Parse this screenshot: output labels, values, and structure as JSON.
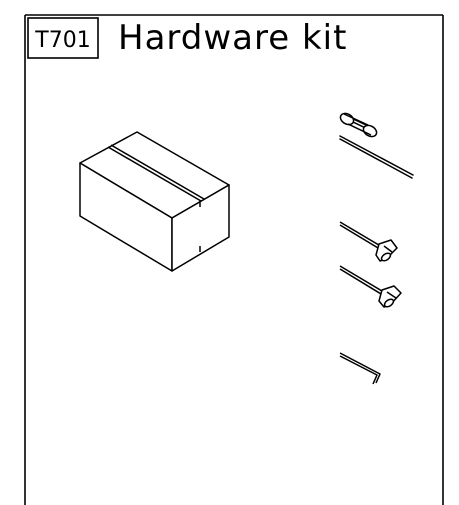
{
  "sheet": {
    "code": "T701",
    "title": "Hardware kit",
    "line_color": "#000000",
    "background_color": "#ffffff"
  },
  "parts": [
    {
      "name": "cardboard-box-drawing"
    },
    {
      "name": "cylinder-pin-drawing"
    },
    {
      "name": "long-rod-drawing"
    },
    {
      "name": "t-handle-hex-key-drawing"
    },
    {
      "name": "t-handle-hex-key-drawing"
    },
    {
      "name": "l-hex-key-drawing"
    }
  ]
}
